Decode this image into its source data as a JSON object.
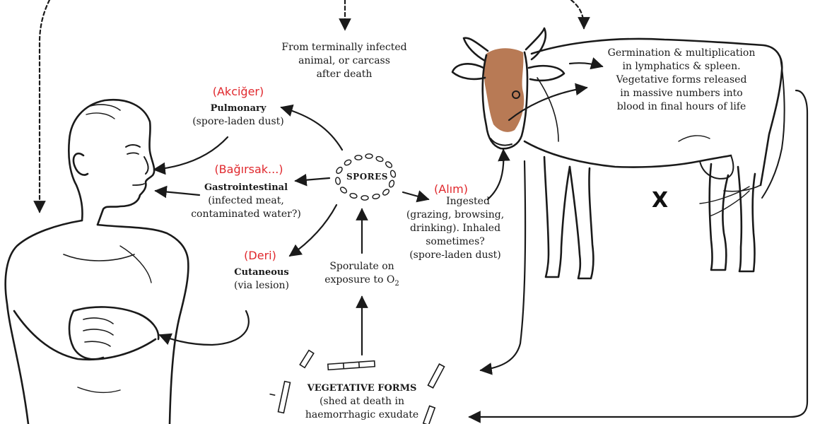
{
  "source_label": {
    "lines": [
      "From terminally infected",
      "animal, or carcass",
      "after death"
    ]
  },
  "cow_label": {
    "lines": [
      "Germination & multiplication",
      "in lymphatics & spleen.",
      "Vegetative forms released",
      "in massive numbers into",
      "blood in final hours of life"
    ]
  },
  "routes": [
    {
      "tr": "(Akciğer)",
      "title": "Pulmonary",
      "details": [
        "(spore-laden dust)"
      ]
    },
    {
      "tr": "(Bağırsak...)",
      "title": "Gastrointestinal",
      "details": [
        "(infected meat,",
        "contaminated water?)"
      ]
    },
    {
      "tr": "(Deri)",
      "title": "Cutaneous",
      "details": [
        "(via lesion)"
      ]
    }
  ],
  "ingested": {
    "tr": "(Alım)",
    "lines": [
      "Ingested",
      "(grazing, browsing,",
      "drinking). Inhaled",
      "sometimes?",
      "(spore-laden dust)"
    ]
  },
  "spores_label": "SPORES",
  "sporulate": {
    "line1": "Sporulate on",
    "line2_prefix": "exposure to O",
    "line2_sub": "2"
  },
  "vegetative": {
    "title": "VEGETATIVE FORMS",
    "lines": [
      "(shed at death in",
      "haemorrhagic exudate"
    ]
  },
  "death_mark": "X",
  "colors": {
    "line": "#1a1a1a",
    "turkish_label": "#e0282d",
    "cow_patch": "#b87a55"
  }
}
